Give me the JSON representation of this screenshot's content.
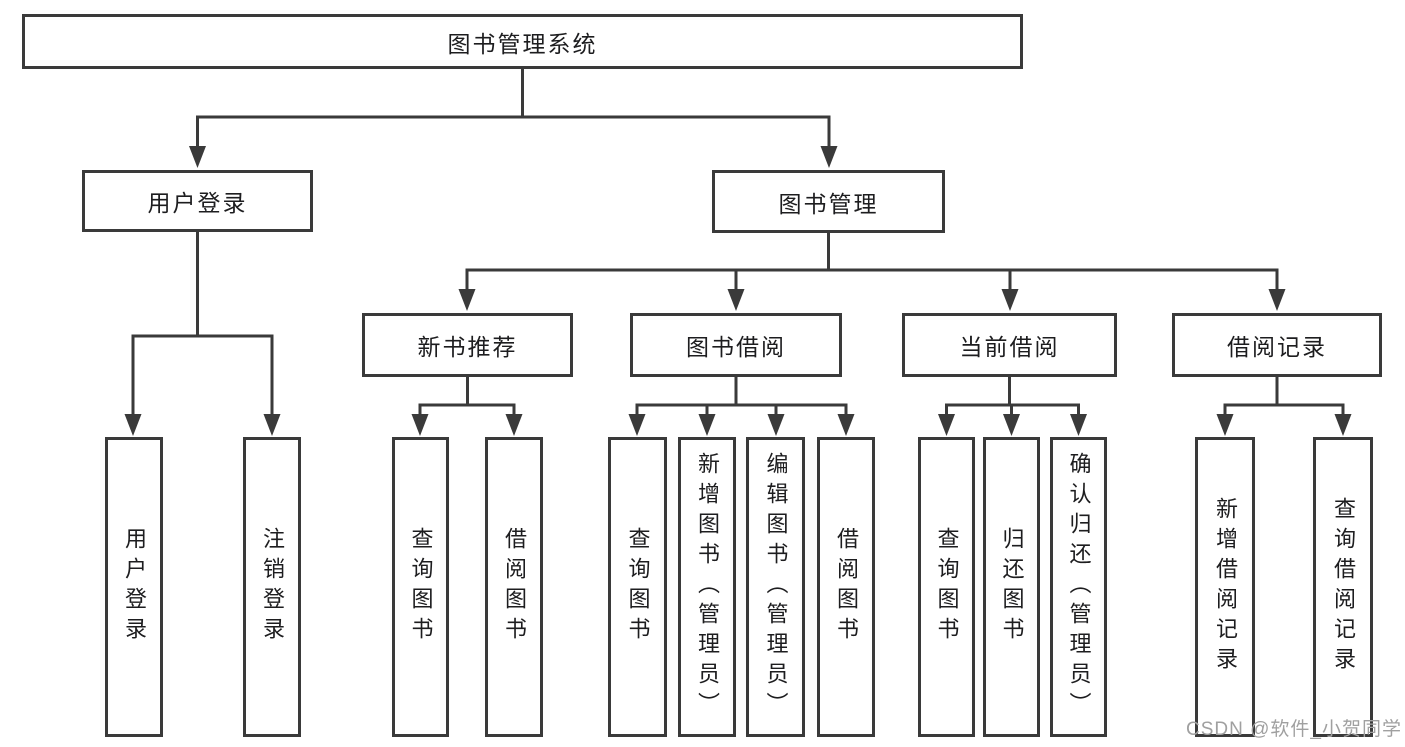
{
  "diagram_type": "hierarchy-tree",
  "tree": {
    "label": "图书管理系统",
    "children": [
      {
        "label": "用户登录",
        "children": [
          {
            "label": "用户登录"
          },
          {
            "label": "注销登录"
          }
        ]
      },
      {
        "label": "图书管理",
        "children": [
          {
            "label": "新书推荐",
            "children": [
              {
                "label": "查询图书"
              },
              {
                "label": "借阅图书"
              }
            ]
          },
          {
            "label": "图书借阅",
            "children": [
              {
                "label": "查询图书"
              },
              {
                "label": "新增图书（管理员）"
              },
              {
                "label": "编辑图书（管理员）"
              },
              {
                "label": "借阅图书"
              }
            ]
          },
          {
            "label": "当前借阅",
            "children": [
              {
                "label": "查询图书"
              },
              {
                "label": "归还图书"
              },
              {
                "label": "确认归还（管理员）"
              }
            ]
          },
          {
            "label": "借阅记录",
            "children": [
              {
                "label": "新增借阅记录"
              },
              {
                "label": "查询借阅记录"
              }
            ]
          }
        ]
      }
    ]
  },
  "watermark": "CSDN @软件_小贺同学",
  "colors": {
    "line": "#3a3a3a",
    "text": "#1d1d1f",
    "watermark": "#a0a0a0",
    "background": "#ffffff"
  }
}
